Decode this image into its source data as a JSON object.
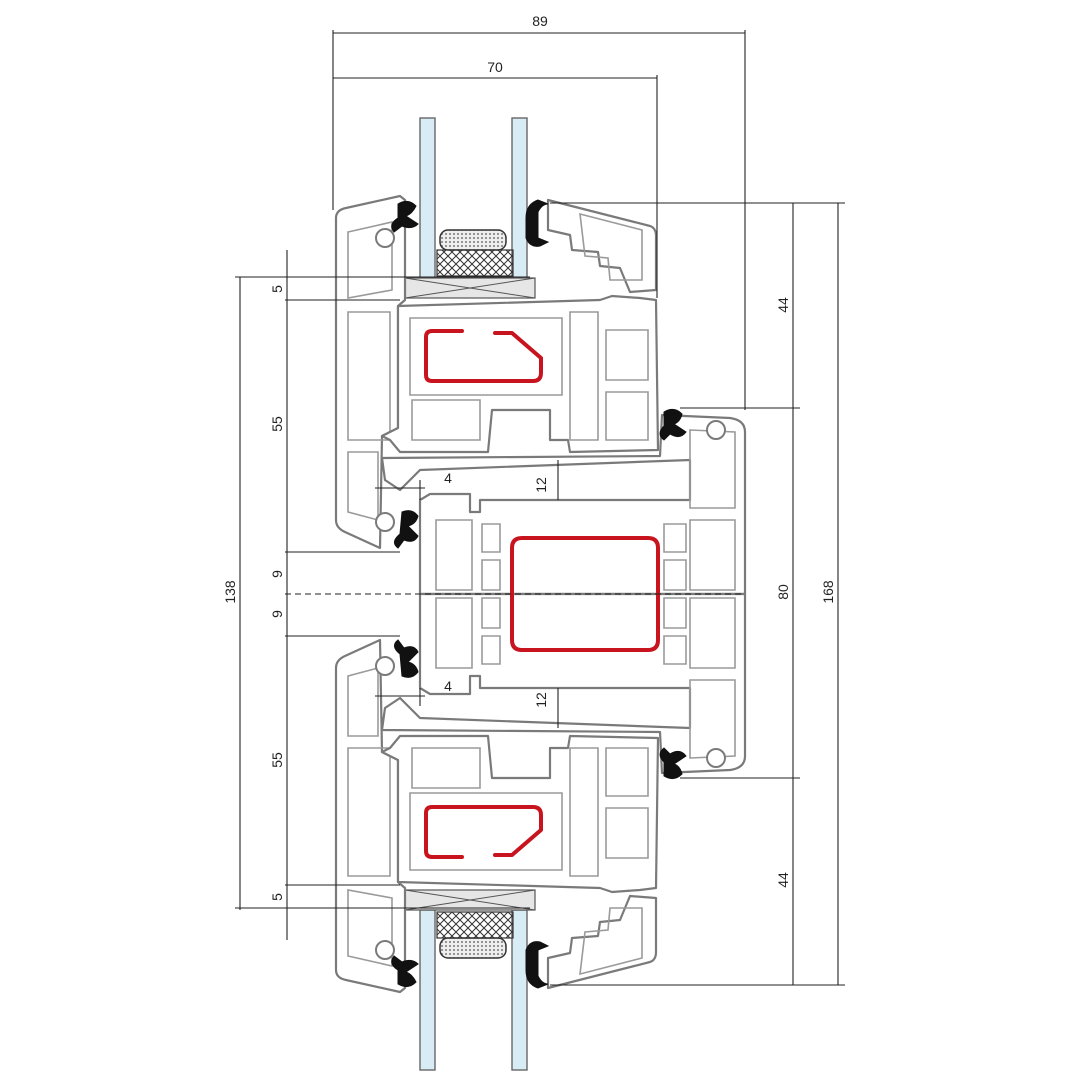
{
  "drawing": {
    "title": "Window profile cross-section with mullion",
    "dimensions": {
      "overall_depth": "89",
      "frame_depth": "70",
      "right_top": "44",
      "right_middle": "80",
      "right_bottom": "44",
      "right_overall": "168",
      "left_overall": "138",
      "left_top_small": "5",
      "left_top_sash": "55",
      "left_center_upper": "9",
      "left_center_lower": "9",
      "left_bottom_sash": "55",
      "left_bottom_small": "5",
      "overlap_upper": "4",
      "overlap_lower": "4",
      "gap_upper": "12",
      "gap_lower": "12"
    },
    "colors": {
      "reinforcement": "#c8141e",
      "profile_line": "#7a7a7a",
      "glass": "#d8ecf6",
      "seal": "#111111"
    }
  }
}
